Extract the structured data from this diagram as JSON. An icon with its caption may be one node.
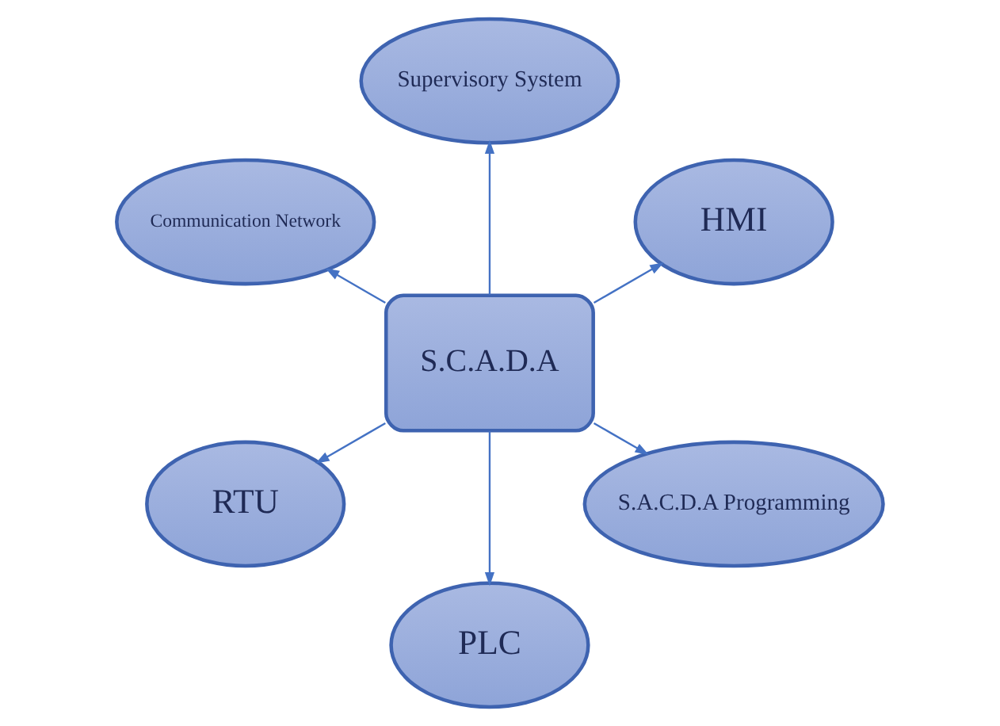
{
  "diagram": {
    "nodes": [
      {
        "text": [
          "S.C.A.D.A"
        ]
      },
      {
        "text": [
          "HMI"
        ]
      },
      {
        "text": [
          "Supervisory System"
        ]
      },
      {
        "text": [
          "Communication Network"
        ]
      },
      {
        "text": [
          "RTU"
        ]
      },
      {
        "text": [
          "PLC"
        ]
      },
      {
        "text": [
          "S.A.C.D.A Programming"
        ]
      }
    ],
    "edges": [
      {
        "from": 0,
        "to": 1,
        "arrow": "to"
      },
      {
        "from": 0,
        "to": 2,
        "arrow": "to"
      },
      {
        "from": 0,
        "to": 3,
        "arrow": "to"
      },
      {
        "from": 0,
        "to": 4,
        "arrow": "to"
      },
      {
        "from": 0,
        "to": 5,
        "arrow": "to"
      },
      {
        "from": 0,
        "to": 6,
        "arrow": "to"
      }
    ]
  }
}
